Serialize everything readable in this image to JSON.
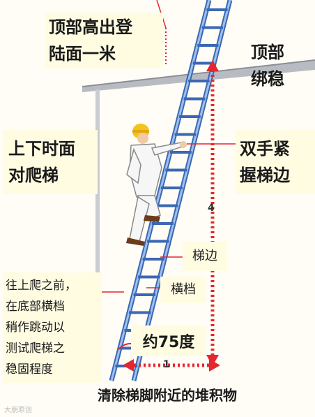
{
  "labels": {
    "top_height": "顶部高出登\n陆面一米",
    "top_secure": "顶部\n绑稳",
    "face_ladder": "上下时面\n对爬梯",
    "grip_rails": "双手紧\n握梯边",
    "rail": "梯边",
    "rung": "横档",
    "test_base": "往上爬之前，\n在底部横档\n稍作跳动以\n测试爬梯之\n稳固程度",
    "angle": "约75度",
    "clear_base": "清除梯脚附近的堆积物",
    "ratio_height": "4",
    "ratio_base": "1",
    "watermark": "大朋原创"
  },
  "colors": {
    "arrow_red": "#e4262f",
    "ladder_blue": "#3a68b5",
    "ladder_light": "#9fc0ec",
    "helmet_yellow": "#f4c21b",
    "label_bg": "#fffce2"
  }
}
